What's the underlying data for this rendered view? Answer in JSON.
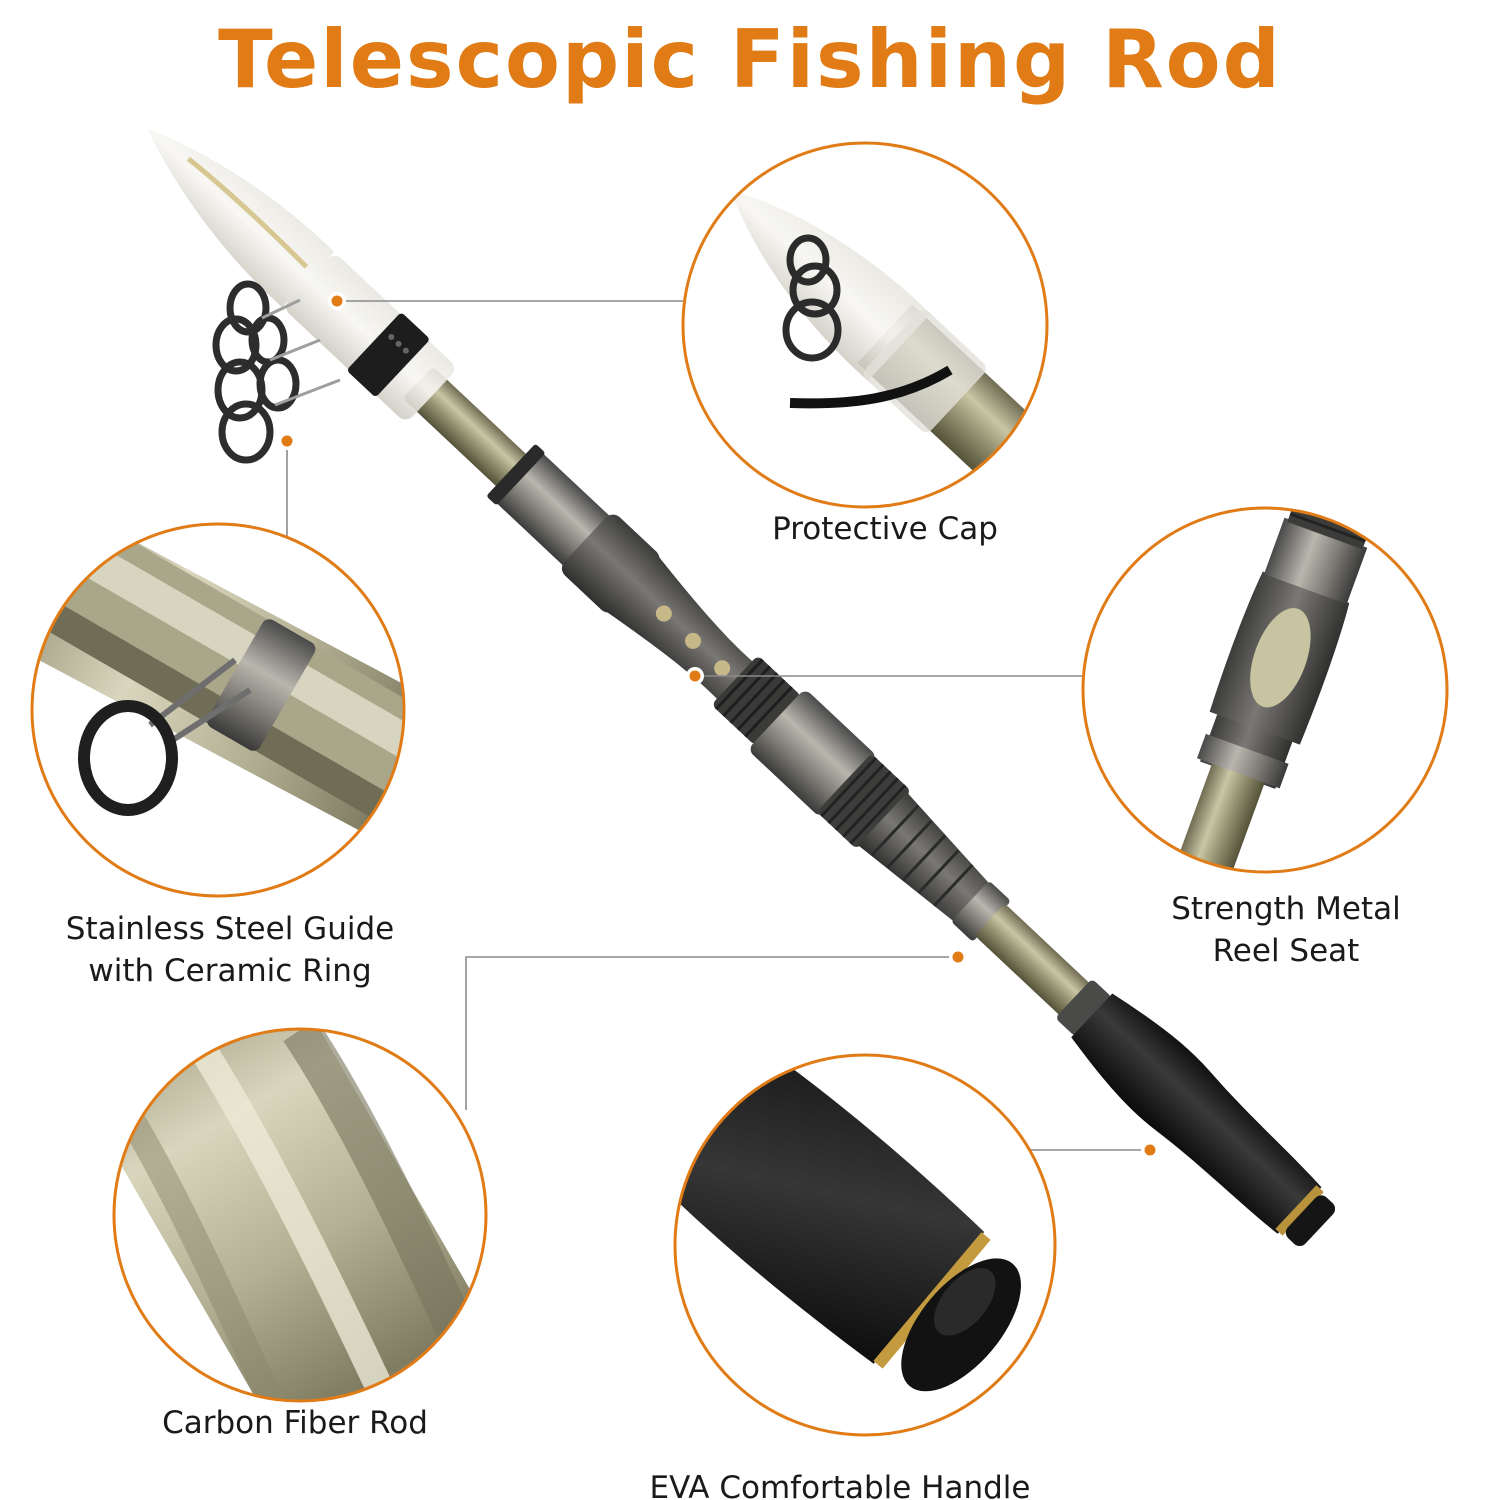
{
  "page": {
    "title": "Telescopic Fishing Rod",
    "accent_color": "#e07b16",
    "leader_color": "#777777"
  },
  "callouts": [
    {
      "id": "protective-cap",
      "lines": [
        "Protective Cap"
      ]
    },
    {
      "id": "stainless-steel-guide",
      "lines": [
        "Stainless Steel Guide",
        "with Ceramic Ring"
      ]
    },
    {
      "id": "metal-reel-seat",
      "lines": [
        "Strength Metal",
        "Reel Seat"
      ]
    },
    {
      "id": "carbon-fiber-rod",
      "lines": [
        "Carbon Fiber Rod"
      ]
    },
    {
      "id": "eva-handle",
      "lines": [
        "EVA Comfortable Handle"
      ]
    }
  ]
}
